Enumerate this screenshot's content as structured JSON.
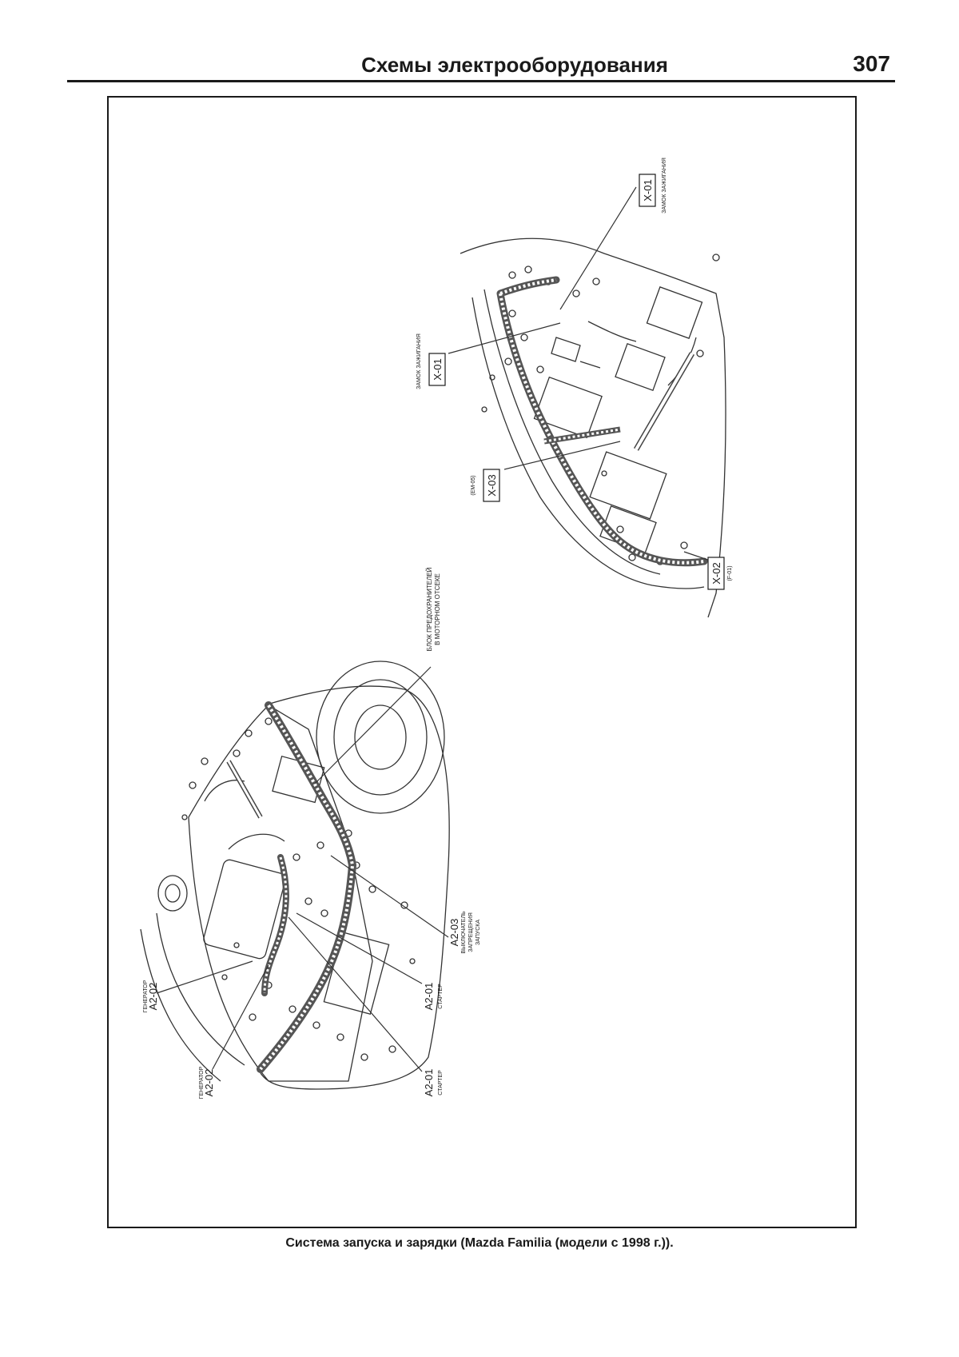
{
  "header": {
    "title": "Схемы электрооборудования",
    "page_number": "307"
  },
  "caption": "Система запуска и зарядки (Mazda Familia (модели с 1998 г.)).",
  "labels": {
    "x01_top": {
      "code": "X-01",
      "desc": "ЗАМОК ЗАЖИГАНИЯ"
    },
    "x01_left": {
      "code": "X-01",
      "desc": "ЗАМОК ЗАЖИГАНИЯ"
    },
    "x03": {
      "code": "X-03",
      "note": "(ЕМ-05)"
    },
    "x02": {
      "code": "X-02",
      "note": "(F-01)"
    },
    "fuse_block": {
      "line1": "БЛОК ПРЕДОХРАНИТЕЛЕЙ",
      "line2": "В МОТОРНОМ ОТСЕКЕ"
    },
    "a203": {
      "code": "А2-03",
      "line1": "ВЫКЛЮЧАТЕЛЬ",
      "line2": "ЗАПРЕЩЕНИЯ",
      "line3": "ЗАПУСКА"
    },
    "a201_upper": {
      "code": "А2-01",
      "desc": "СТАРТЕР"
    },
    "a202_upper": {
      "code": "А2-02",
      "desc": "ГЕНЕРАТОР"
    },
    "a201_lower": {
      "code": "А2-01",
      "desc": "СТАРТЕР"
    },
    "a202_lower": {
      "code": "А2-02",
      "desc": "ГЕНЕРАТОР"
    }
  },
  "colors": {
    "ink": "#1a1a1a",
    "line": "#333333",
    "harness": "#555555"
  }
}
